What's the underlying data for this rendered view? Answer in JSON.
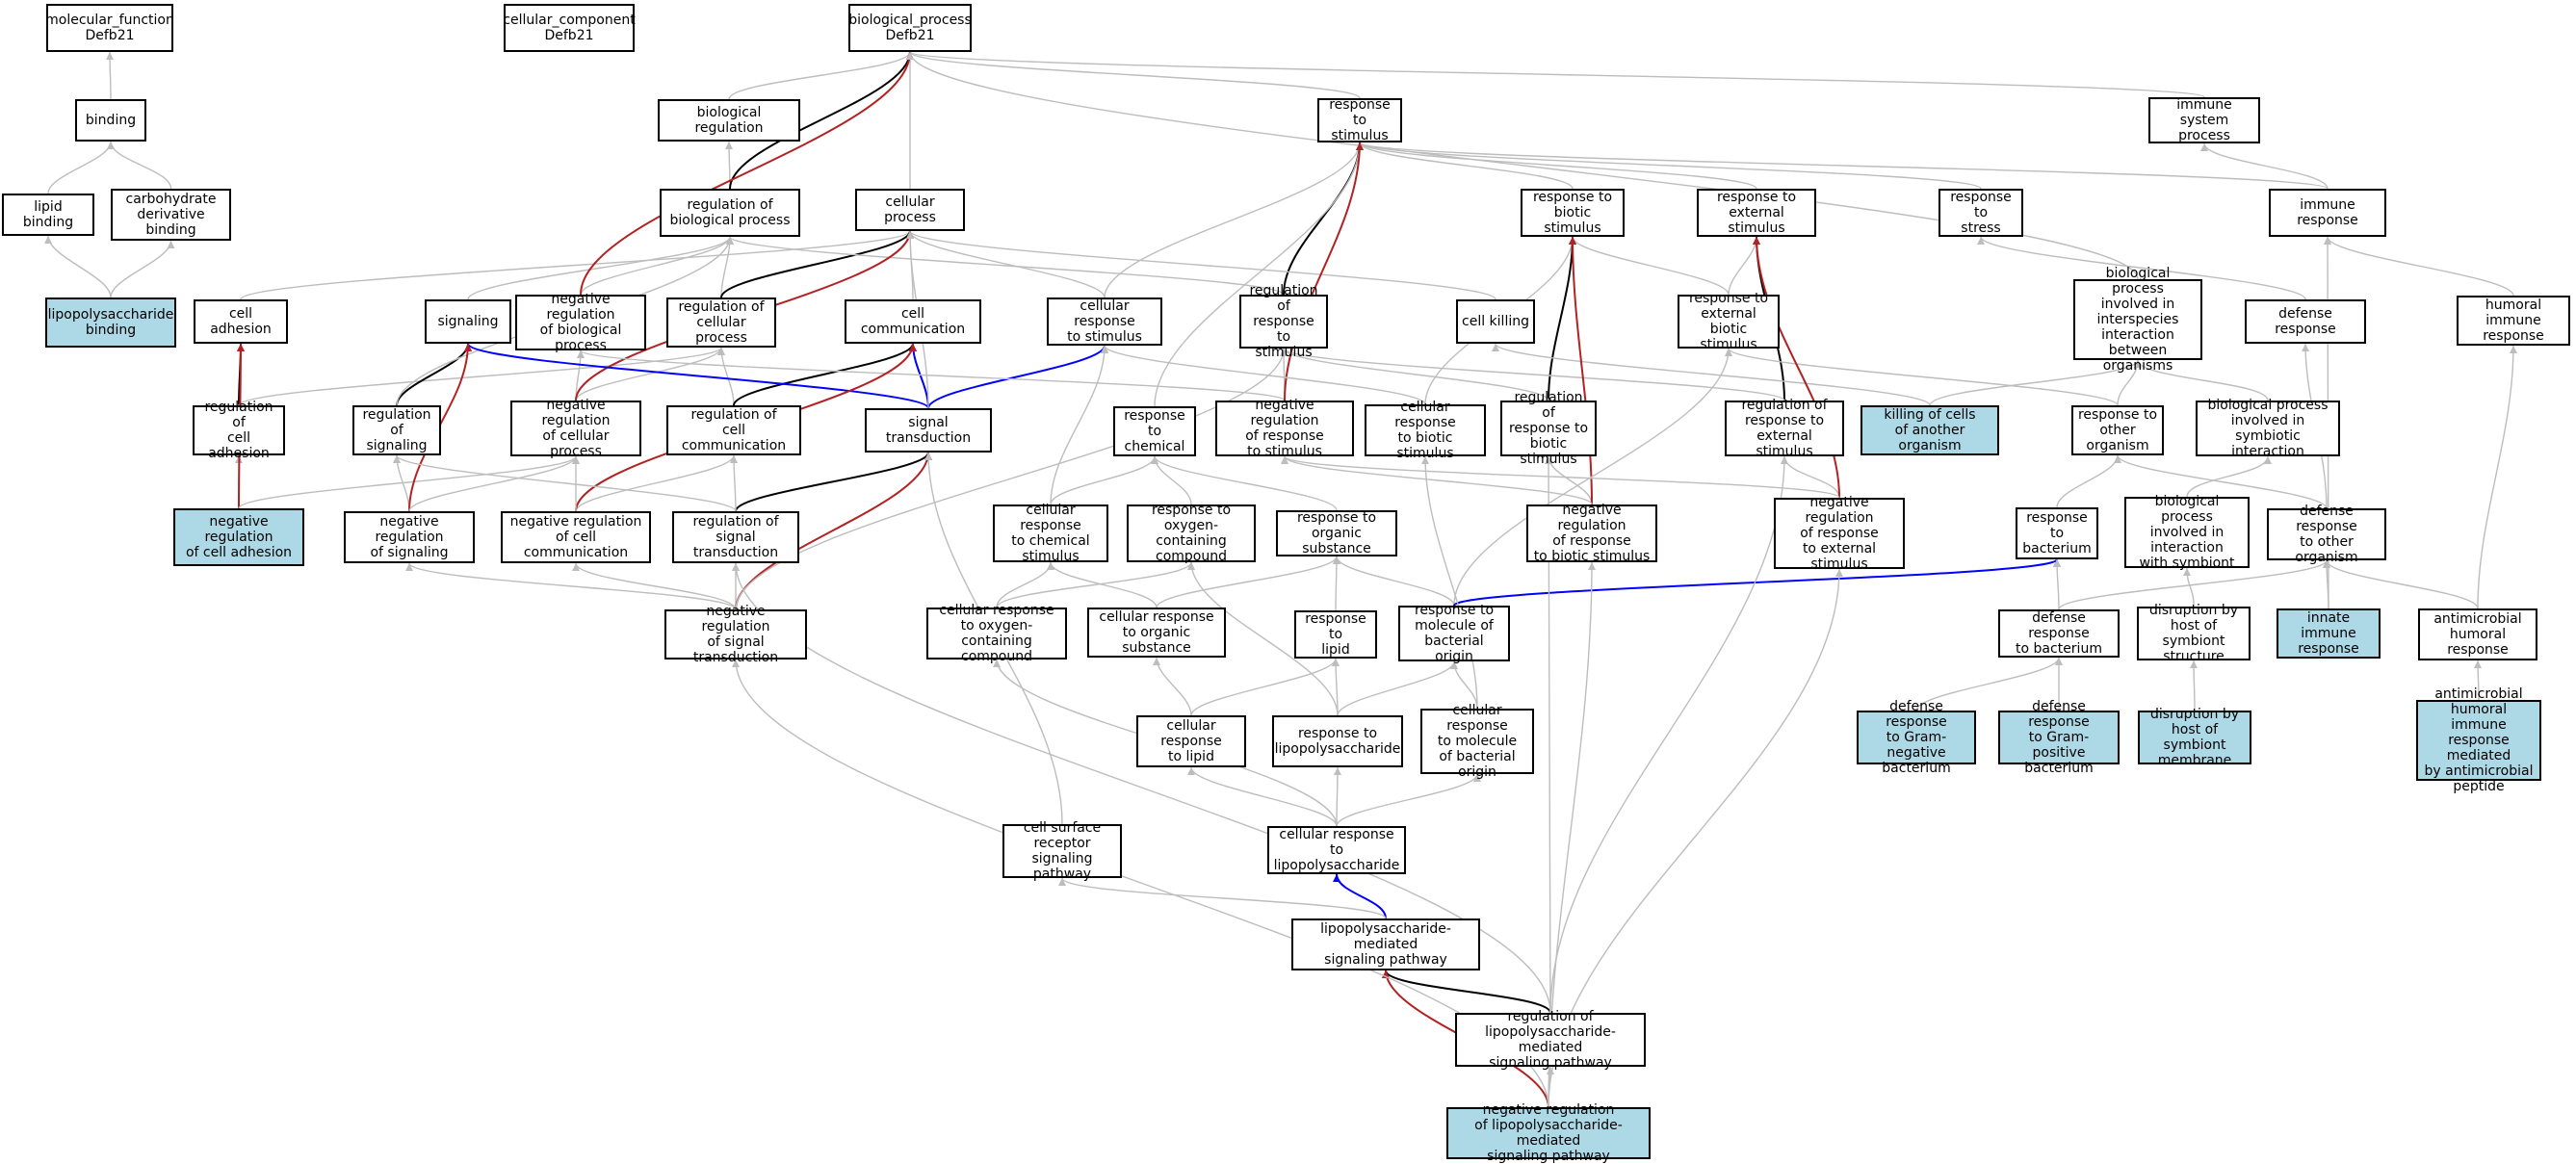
{
  "colors": {
    "default_edge": "#bdbdbd",
    "black_edge": "#000000",
    "red_edge": "#b22222",
    "blue_edge": "#0000ff",
    "highlight_fill": "#add8e6",
    "node_fill": "#ffffff"
  },
  "nodes": {
    "mf": "molecular_function\nDefb21",
    "cc": "cellular_component\nDefb21",
    "bp": "biological_process\nDefb21",
    "binding": "binding",
    "lipid_binding": "lipid binding",
    "carb_binding": "carbohydrate\nderivative binding",
    "lps_binding": "lipopolysaccharide\nbinding",
    "bio_reg": "biological regulation",
    "reg_bio": "regulation of\nbiological process",
    "cell_proc": "cellular process",
    "resp_stim": "response to\nstimulus",
    "immune_sys": "immune system\nprocess",
    "resp_biotic": "response to\nbiotic stimulus",
    "resp_ext": "response to\nexternal stimulus",
    "resp_stress": "response to\nstress",
    "immune_resp": "immune response",
    "cell_adh": "cell adhesion",
    "signaling": "signaling",
    "neg_reg_bio": "negative regulation\nof biological\nprocess",
    "reg_cell_proc": "regulation of\ncellular process",
    "cell_comm": "cell communication",
    "cell_resp_stim": "cellular response\nto stimulus",
    "reg_resp_stim": "regulation of\nresponse to\nstimulus",
    "cell_killing": "cell killing",
    "resp_ext_biotic": "response to\nexternal biotic\nstimulus",
    "bp_interspecies": "biological process\ninvolved in\ninterspecies\ninteraction\nbetween organisms",
    "defense_resp": "defense response",
    "humoral": "humoral immune\nresponse",
    "reg_cell_adh": "regulation of\ncell adhesion",
    "reg_signaling": "regulation of\nsignaling",
    "neg_reg_cell_proc": "negative regulation\nof cellular\nprocess",
    "reg_cell_comm": "regulation of\ncell communication",
    "sig_trans": "signal transduction",
    "resp_chem": "response to\nchemical",
    "neg_reg_resp_stim": "negative regulation\nof response\nto stimulus",
    "cell_resp_biotic": "cellular response\nto biotic stimulus",
    "reg_resp_biotic": "regulation of\nresponse to\nbiotic stimulus",
    "reg_resp_ext": "regulation of\nresponse to\nexternal stimulus",
    "killing_cells": "killing of cells\nof another organism",
    "resp_other_org": "response to\nother organism",
    "bp_symbiotic": "biological process\ninvolved in\nsymbiotic interaction",
    "neg_reg_cell_adh": "negative regulation\nof cell adhesion",
    "neg_reg_signaling": "negative regulation\nof signaling",
    "neg_reg_cell_comm": "negative regulation\nof cell communication",
    "reg_sig_trans": "regulation of\nsignal transduction",
    "cell_resp_chem": "cellular response\nto chemical\nstimulus",
    "resp_oxy": "response to\noxygen-containing\ncompound",
    "resp_org_sub": "response to\norganic substance",
    "neg_reg_resp_biotic": "negative regulation\nof response\nto biotic stimulus",
    "neg_reg_resp_ext": "negative regulation\nof response\nto external\nstimulus",
    "resp_bact": "response to\nbacterium",
    "bp_with_symbiont": "biological process\ninvolved in\ninteraction\nwith symbiont",
    "def_resp_other": "defense response\nto other organism",
    "neg_reg_sig_trans": "negative regulation\nof signal transduction",
    "cell_resp_oxy": "cellular response\nto oxygen-containing\ncompound",
    "cell_resp_org_sub": "cellular response\nto organic substance",
    "resp_lipid": "response to\nlipid",
    "resp_mol_bact": "response to\nmolecule of\nbacterial origin",
    "def_resp_bact": "defense response\nto bacterium",
    "disruption_struct": "disruption by\nhost of symbiont\nstructure",
    "innate": "innate immune\nresponse",
    "antimicrobial": "antimicrobial\nhumoral response",
    "cell_resp_lipid": "cellular response\nto lipid",
    "resp_lps": "response to\nlipopolysaccharide",
    "cell_resp_mol_bact": "cellular response\nto molecule\nof bacterial\norigin",
    "def_gram_neg": "defense response\nto Gram-negative\nbacterium",
    "def_gram_pos": "defense response\nto Gram-positive\nbacterium",
    "disruption_membrane": "disruption by\nhost of symbiont\nmembrane",
    "antimicrobial_peptide": "antimicrobial\nhumoral immune\nresponse mediated\nby antimicrobial\npeptide",
    "cell_surface": "cell surface\nreceptor signaling\npathway",
    "cell_resp_lps": "cellular response\nto lipopolysaccharide",
    "lps_pathway": "lipopolysaccharide-mediated\nsignaling pathway",
    "reg_lps_pathway": "regulation of\nlipopolysaccharide-mediated\nsignaling pathway",
    "neg_reg_lps_pathway": "negative regulation\nof lipopolysaccharide-mediated\nsignaling pathway"
  },
  "highlighted_nodes": [
    "lps_binding",
    "neg_reg_cell_adh",
    "killing_cells",
    "innate",
    "def_gram_neg",
    "def_gram_pos",
    "disruption_membrane",
    "antimicrobial_peptide",
    "neg_reg_lps_pathway"
  ],
  "edges": [
    [
      "binding",
      "mf",
      "gray"
    ],
    [
      "lipid_binding",
      "binding",
      "gray"
    ],
    [
      "carb_binding",
      "binding",
      "gray"
    ],
    [
      "lps_binding",
      "lipid_binding",
      "gray"
    ],
    [
      "lps_binding",
      "carb_binding",
      "gray"
    ],
    [
      "bio_reg",
      "bp",
      "gray"
    ],
    [
      "reg_bio",
      "bio_reg",
      "gray"
    ],
    [
      "reg_bio",
      "bp",
      "black"
    ],
    [
      "cell_proc",
      "bp",
      "gray"
    ],
    [
      "resp_stim",
      "bp",
      "gray"
    ],
    [
      "immune_sys",
      "bp",
      "gray"
    ],
    [
      "immune_resp",
      "immune_sys",
      "gray"
    ],
    [
      "immune_resp",
      "resp_stim",
      "gray"
    ],
    [
      "resp_biotic",
      "resp_stim",
      "gray"
    ],
    [
      "resp_ext",
      "resp_stim",
      "gray"
    ],
    [
      "resp_stress",
      "resp_stim",
      "gray"
    ],
    [
      "cell_adh",
      "cell_proc",
      "gray"
    ],
    [
      "signaling",
      "reg_bio",
      "gray"
    ],
    [
      "neg_reg_bio",
      "reg_bio",
      "gray"
    ],
    [
      "neg_reg_bio",
      "bp",
      "red"
    ],
    [
      "reg_cell_proc",
      "reg_bio",
      "gray"
    ],
    [
      "reg_cell_proc",
      "cell_proc",
      "black"
    ],
    [
      "cell_comm",
      "cell_proc",
      "gray"
    ],
    [
      "cell_resp_stim",
      "cell_proc",
      "gray"
    ],
    [
      "cell_resp_stim",
      "resp_stim",
      "gray"
    ],
    [
      "reg_resp_stim",
      "reg_bio",
      "gray"
    ],
    [
      "reg_resp_stim",
      "resp_stim",
      "black"
    ],
    [
      "cell_killing",
      "cell_proc",
      "gray"
    ],
    [
      "resp_ext_biotic",
      "resp_biotic",
      "gray"
    ],
    [
      "resp_ext_biotic",
      "resp_ext",
      "gray"
    ],
    [
      "bp_interspecies",
      "bp",
      "gray"
    ],
    [
      "defense_resp",
      "resp_stress",
      "gray"
    ],
    [
      "humoral",
      "immune_resp",
      "gray"
    ],
    [
      "reg_cell_adh",
      "cell_adh",
      "black"
    ],
    [
      "reg_cell_adh",
      "reg_cell_proc",
      "gray"
    ],
    [
      "reg_signaling",
      "signaling",
      "black"
    ],
    [
      "reg_signaling",
      "reg_bio",
      "gray"
    ],
    [
      "neg_reg_cell_proc",
      "reg_cell_proc",
      "gray"
    ],
    [
      "neg_reg_cell_proc",
      "neg_reg_bio",
      "gray"
    ],
    [
      "neg_reg_cell_proc",
      "cell_proc",
      "red"
    ],
    [
      "reg_cell_comm",
      "reg_cell_proc",
      "gray"
    ],
    [
      "reg_cell_comm",
      "cell_comm",
      "black"
    ],
    [
      "sig_trans",
      "cell_comm",
      "blue"
    ],
    [
      "sig_trans",
      "signaling",
      "blue"
    ],
    [
      "sig_trans",
      "cell_resp_stim",
      "blue"
    ],
    [
      "sig_trans",
      "cell_proc",
      "gray"
    ],
    [
      "resp_chem",
      "resp_stim",
      "gray"
    ],
    [
      "neg_reg_resp_stim",
      "reg_resp_stim",
      "gray"
    ],
    [
      "neg_reg_resp_stim",
      "neg_reg_bio",
      "gray"
    ],
    [
      "neg_reg_resp_stim",
      "resp_stim",
      "red"
    ],
    [
      "cell_resp_biotic",
      "resp_biotic",
      "gray"
    ],
    [
      "cell_resp_biotic",
      "cell_resp_stim",
      "gray"
    ],
    [
      "reg_resp_biotic",
      "resp_biotic",
      "black"
    ],
    [
      "reg_resp_biotic",
      "reg_resp_stim",
      "gray"
    ],
    [
      "reg_resp_ext",
      "resp_ext",
      "black"
    ],
    [
      "reg_resp_ext",
      "reg_resp_stim",
      "gray"
    ],
    [
      "killing_cells",
      "cell_killing",
      "gray"
    ],
    [
      "killing_cells",
      "bp_interspecies",
      "gray"
    ],
    [
      "resp_other_org",
      "resp_ext_biotic",
      "gray"
    ],
    [
      "resp_other_org",
      "bp_interspecies",
      "gray"
    ],
    [
      "bp_symbiotic",
      "bp_interspecies",
      "gray"
    ],
    [
      "neg_reg_cell_adh",
      "reg_cell_adh",
      "gray"
    ],
    [
      "neg_reg_cell_adh",
      "cell_adh",
      "red"
    ],
    [
      "neg_reg_cell_adh",
      "neg_reg_cell_proc",
      "gray"
    ],
    [
      "neg_reg_signaling",
      "reg_signaling",
      "gray"
    ],
    [
      "neg_reg_signaling",
      "signaling",
      "red"
    ],
    [
      "neg_reg_signaling",
      "neg_reg_cell_proc",
      "gray"
    ],
    [
      "neg_reg_cell_comm",
      "reg_cell_comm",
      "gray"
    ],
    [
      "neg_reg_cell_comm",
      "cell_comm",
      "red"
    ],
    [
      "neg_reg_cell_comm",
      "neg_reg_cell_proc",
      "gray"
    ],
    [
      "reg_sig_trans",
      "sig_trans",
      "black"
    ],
    [
      "reg_sig_trans",
      "reg_signaling",
      "gray"
    ],
    [
      "reg_sig_trans",
      "reg_cell_comm",
      "gray"
    ],
    [
      "cell_resp_chem",
      "resp_chem",
      "gray"
    ],
    [
      "cell_resp_chem",
      "cell_resp_stim",
      "gray"
    ],
    [
      "resp_oxy",
      "resp_chem",
      "gray"
    ],
    [
      "resp_org_sub",
      "resp_chem",
      "gray"
    ],
    [
      "neg_reg_resp_biotic",
      "reg_resp_biotic",
      "gray"
    ],
    [
      "neg_reg_resp_biotic",
      "resp_biotic",
      "red"
    ],
    [
      "neg_reg_resp_biotic",
      "neg_reg_resp_stim",
      "gray"
    ],
    [
      "neg_reg_resp_ext",
      "reg_resp_ext",
      "gray"
    ],
    [
      "neg_reg_resp_ext",
      "resp_ext",
      "red"
    ],
    [
      "neg_reg_resp_ext",
      "neg_reg_resp_stim",
      "gray"
    ],
    [
      "resp_bact",
      "resp_other_org",
      "gray"
    ],
    [
      "bp_with_symbiont",
      "bp_symbiotic",
      "gray"
    ],
    [
      "def_resp_other",
      "defense_resp",
      "gray"
    ],
    [
      "def_resp_other",
      "resp_other_org",
      "gray"
    ],
    [
      "neg_reg_sig_trans",
      "reg_sig_trans",
      "gray"
    ],
    [
      "neg_reg_sig_trans",
      "sig_trans",
      "red"
    ],
    [
      "neg_reg_sig_trans",
      "neg_reg_signaling",
      "gray"
    ],
    [
      "neg_reg_sig_trans",
      "neg_reg_cell_comm",
      "gray"
    ],
    [
      "neg_reg_sig_trans",
      "reg_resp_stim",
      "gray"
    ],
    [
      "cell_resp_oxy",
      "resp_oxy",
      "gray"
    ],
    [
      "cell_resp_oxy",
      "cell_resp_chem",
      "gray"
    ],
    [
      "cell_resp_org_sub",
      "resp_org_sub",
      "gray"
    ],
    [
      "cell_resp_org_sub",
      "cell_resp_chem",
      "gray"
    ],
    [
      "resp_lipid",
      "resp_org_sub",
      "gray"
    ],
    [
      "resp_mol_bact",
      "resp_org_sub",
      "gray"
    ],
    [
      "resp_mol_bact",
      "resp_ext_biotic",
      "gray"
    ],
    [
      "resp_mol_bact",
      "resp_bact",
      "blue"
    ],
    [
      "def_resp_bact",
      "resp_bact",
      "gray"
    ],
    [
      "def_resp_bact",
      "def_resp_other",
      "gray"
    ],
    [
      "disruption_struct",
      "bp_with_symbiont",
      "gray"
    ],
    [
      "innate",
      "def_resp_other",
      "gray"
    ],
    [
      "innate",
      "immune_resp",
      "gray"
    ],
    [
      "antimicrobial",
      "humoral",
      "gray"
    ],
    [
      "antimicrobial",
      "def_resp_other",
      "gray"
    ],
    [
      "cell_resp_lipid",
      "resp_lipid",
      "gray"
    ],
    [
      "cell_resp_lipid",
      "cell_resp_org_sub",
      "gray"
    ],
    [
      "resp_lps",
      "resp_lipid",
      "gray"
    ],
    [
      "resp_lps",
      "resp_mol_bact",
      "gray"
    ],
    [
      "resp_lps",
      "resp_oxy",
      "gray"
    ],
    [
      "cell_resp_mol_bact",
      "resp_mol_bact",
      "gray"
    ],
    [
      "cell_resp_mol_bact",
      "cell_resp_biotic",
      "gray"
    ],
    [
      "def_gram_neg",
      "def_resp_bact",
      "gray"
    ],
    [
      "def_gram_pos",
      "def_resp_bact",
      "gray"
    ],
    [
      "disruption_membrane",
      "disruption_struct",
      "gray"
    ],
    [
      "antimicrobial_peptide",
      "antimicrobial",
      "gray"
    ],
    [
      "cell_surface",
      "sig_trans",
      "gray"
    ],
    [
      "cell_resp_lps",
      "cell_resp_lipid",
      "gray"
    ],
    [
      "cell_resp_lps",
      "resp_lps",
      "gray"
    ],
    [
      "cell_resp_lps",
      "cell_resp_mol_bact",
      "gray"
    ],
    [
      "cell_resp_lps",
      "cell_resp_oxy",
      "gray"
    ],
    [
      "lps_pathway",
      "cell_resp_lps",
      "blue"
    ],
    [
      "lps_pathway",
      "cell_surface",
      "gray"
    ],
    [
      "reg_lps_pathway",
      "lps_pathway",
      "black"
    ],
    [
      "reg_lps_pathway",
      "reg_resp_biotic",
      "gray"
    ],
    [
      "reg_lps_pathway",
      "reg_resp_ext",
      "gray"
    ],
    [
      "reg_lps_pathway",
      "reg_sig_trans",
      "gray"
    ],
    [
      "neg_reg_lps_pathway",
      "lps_pathway",
      "red"
    ],
    [
      "neg_reg_lps_pathway",
      "reg_lps_pathway",
      "gray"
    ],
    [
      "neg_reg_lps_pathway",
      "neg_reg_sig_trans",
      "gray"
    ],
    [
      "neg_reg_lps_pathway",
      "neg_reg_resp_biotic",
      "gray"
    ],
    [
      "neg_reg_lps_pathway",
      "neg_reg_resp_ext",
      "gray"
    ]
  ]
}
